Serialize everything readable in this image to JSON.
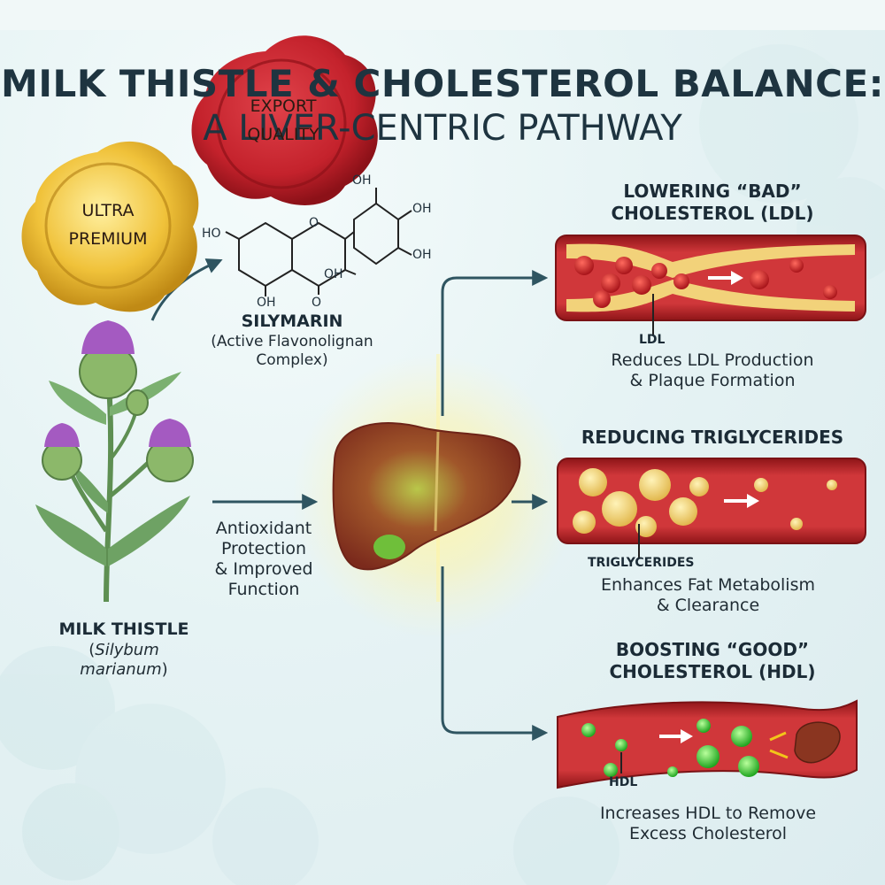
{
  "title": {
    "line1": "MILK THISTLE & CHOLESTEROL BALANCE:",
    "line2": "A LIVER-CENTRIC PATHWAY"
  },
  "seals": {
    "export": [
      "EXPORT",
      "QUALITY"
    ],
    "ultra": [
      "ULTRA",
      "PREMIUM"
    ]
  },
  "silymarin": {
    "name": "SILYMARIN",
    "desc": [
      "(Active Flavonolignan",
      "Complex)"
    ],
    "atoms": [
      "OH",
      "OH",
      "HO",
      "OH",
      "OH",
      "O",
      "OH",
      "O"
    ]
  },
  "plant": {
    "name": "MILK THISTLE",
    "latin_open": "(",
    "latin_1": "Silybum",
    "latin_2": "marianum",
    "latin_close": ")"
  },
  "liver_action": [
    "Antioxidant",
    "Protection",
    "& Improved",
    "Function"
  ],
  "ldl": {
    "heading": [
      "LOWERING “BAD”",
      "CHOLESTEROL (LDL)"
    ],
    "label": "LDL",
    "desc": [
      "Reduces LDL Production",
      "& Plaque Formation"
    ]
  },
  "trig": {
    "heading": "REDUCING TRIGLYCERIDES",
    "label": "TRIGLYCERIDES",
    "desc": [
      "Enhances Fat Metabolism",
      "& Clearance"
    ]
  },
  "hdl": {
    "heading": [
      "BOOSTING “GOOD”",
      "CHOLESTEROL (HDL)"
    ],
    "label": "HDL",
    "desc": [
      "Increases HDL to Remove",
      "Excess Cholesterol"
    ]
  },
  "colors": {
    "title": "#1e3440",
    "arrow": "#2f5561",
    "vessel": "#b8232a",
    "plaque": "#f2d27a",
    "hdl": "#3fcf3f",
    "export_seal": "#c4222c",
    "ultra_seal": "#e8b22e"
  }
}
